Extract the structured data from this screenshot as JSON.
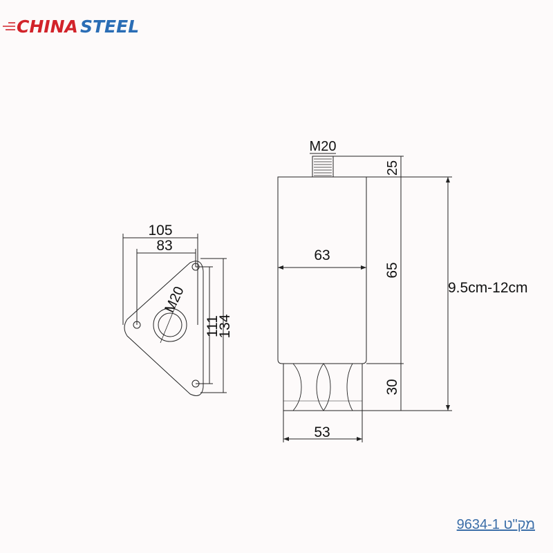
{
  "brand": {
    "name_part1": "CHINA",
    "name_part2": "STEEL",
    "color_primary": "#d2232a",
    "color_secondary": "#2a6db5"
  },
  "plate_view": {
    "width_outer": "105",
    "width_inner": "83",
    "thread_label": "M20",
    "height_inner": "111",
    "height_outer": "134"
  },
  "side_view": {
    "thread_label": "M20",
    "stud_height": "25",
    "body_width": "63",
    "body_height": "65",
    "total_height_range": "9.5cm-12cm",
    "nut_height": "30",
    "nut_width": "53"
  },
  "footer": {
    "part_code": "מק\"ט 9634-1"
  }
}
